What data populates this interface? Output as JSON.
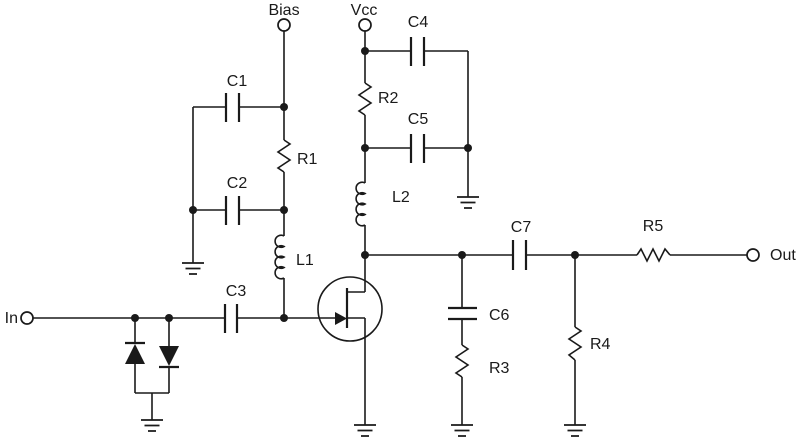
{
  "diagram": {
    "kind": "circuit-schematic",
    "colors": {
      "line": "#1a1a1a",
      "background": "#ffffff",
      "text": "#1a1a1a"
    }
  },
  "terminals": {
    "in": {
      "label": "In"
    },
    "out": {
      "label": "Out"
    },
    "bias": {
      "label": "Bias"
    },
    "vcc": {
      "label": "Vcc"
    }
  },
  "components": {
    "c1": {
      "label": "C1",
      "type": "capacitor"
    },
    "c2": {
      "label": "C2",
      "type": "capacitor"
    },
    "c3": {
      "label": "C3",
      "type": "capacitor"
    },
    "c4": {
      "label": "C4",
      "type": "capacitor"
    },
    "c5": {
      "label": "C5",
      "type": "capacitor"
    },
    "c6": {
      "label": "C6",
      "type": "capacitor"
    },
    "c7": {
      "label": "C7",
      "type": "capacitor"
    },
    "r1": {
      "label": "R1",
      "type": "resistor"
    },
    "r2": {
      "label": "R2",
      "type": "resistor"
    },
    "r3": {
      "label": "R3",
      "type": "resistor"
    },
    "r4": {
      "label": "R4",
      "type": "resistor"
    },
    "r5": {
      "label": "R5",
      "type": "resistor"
    },
    "l1": {
      "label": "L1",
      "type": "inductor"
    },
    "l2": {
      "label": "L2",
      "type": "inductor"
    },
    "q1": {
      "type": "fet-transistor"
    },
    "d1": {
      "type": "diode-up"
    },
    "d2": {
      "type": "diode-down"
    }
  }
}
